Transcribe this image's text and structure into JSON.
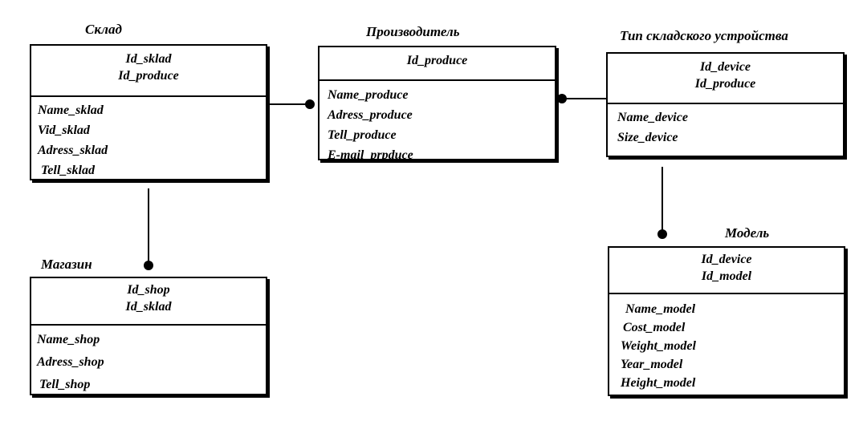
{
  "entities": {
    "sklad": {
      "title": "Склад",
      "keys": [
        "Id_sklad",
        "Id_produce"
      ],
      "attrs": [
        "Name_sklad",
        "Vid_sklad",
        "Adress_sklad",
        "Tell_sklad"
      ]
    },
    "producer": {
      "title": "Производитель",
      "keys": [
        "Id_produce"
      ],
      "attrs": [
        "Name_produce",
        "Adress_produce",
        "Tell_produce",
        "E-mail_prpduce"
      ]
    },
    "device": {
      "title": "Тип складского устройства",
      "keys": [
        "Id_device",
        "Id_produce"
      ],
      "attrs": [
        "Name_device",
        "Size_device"
      ]
    },
    "shop": {
      "title": "Магазин",
      "keys": [
        "Id_shop",
        "Id_sklad"
      ],
      "attrs": [
        "Name_shop",
        "Adress_shop",
        "Tell_shop"
      ]
    },
    "model": {
      "title": "Модель",
      "keys": [
        "Id_device",
        "Id_model"
      ],
      "attrs": [
        "Name_model",
        "Cost_model",
        "Weight_model",
        "Year_model",
        "Height_model"
      ]
    }
  }
}
